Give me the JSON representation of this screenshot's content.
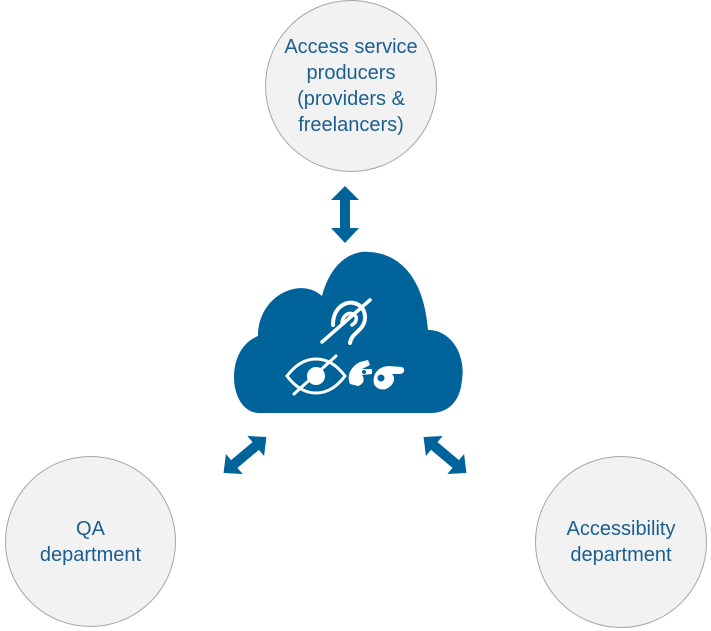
{
  "nodes": {
    "top": {
      "label": "Access service\nproducers\n(providers &\nfreelancers)"
    },
    "left": {
      "label": "QA\ndepartment"
    },
    "right": {
      "label": "Accessibility\ndepartment"
    }
  },
  "hub": {
    "icons": [
      "hearing-loss-icon",
      "low-vision-icon",
      "sign-language-icon"
    ]
  },
  "colors": {
    "accent": "#00649b",
    "node_fill": "#f2f2f2",
    "node_border": "#a6a6a6",
    "node_text": "#1a5f8f"
  }
}
